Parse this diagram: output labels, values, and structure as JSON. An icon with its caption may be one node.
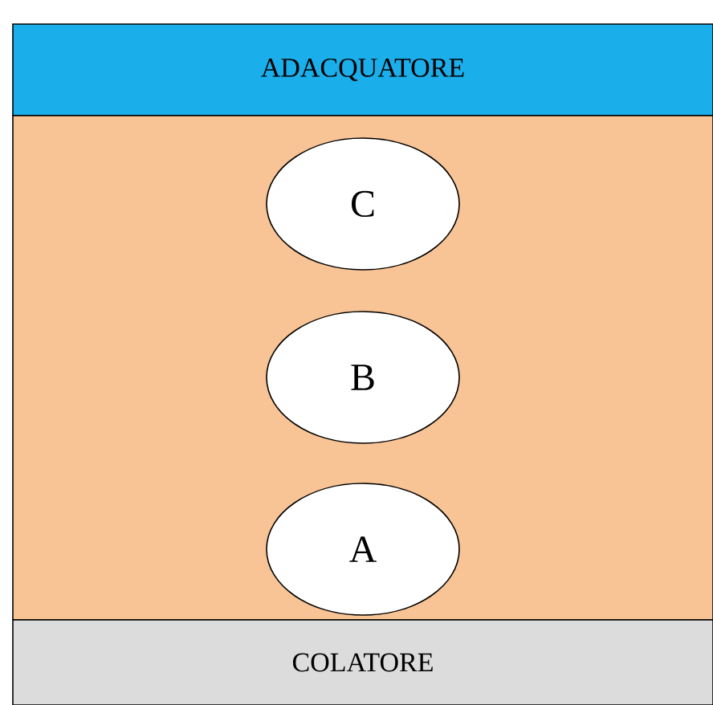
{
  "diagram": {
    "nodes": [
      {
        "text": [
          "ADACQUATORE"
        ]
      },
      {
        "text": [],
        "shape": "box"
      },
      {
        "text": [
          "C"
        ],
        "in": 1
      },
      {
        "text": [
          "B"
        ],
        "in": 1
      },
      {
        "text": [
          "A"
        ],
        "in": 1
      },
      {
        "text": [
          "COLATORE"
        ]
      }
    ]
  }
}
